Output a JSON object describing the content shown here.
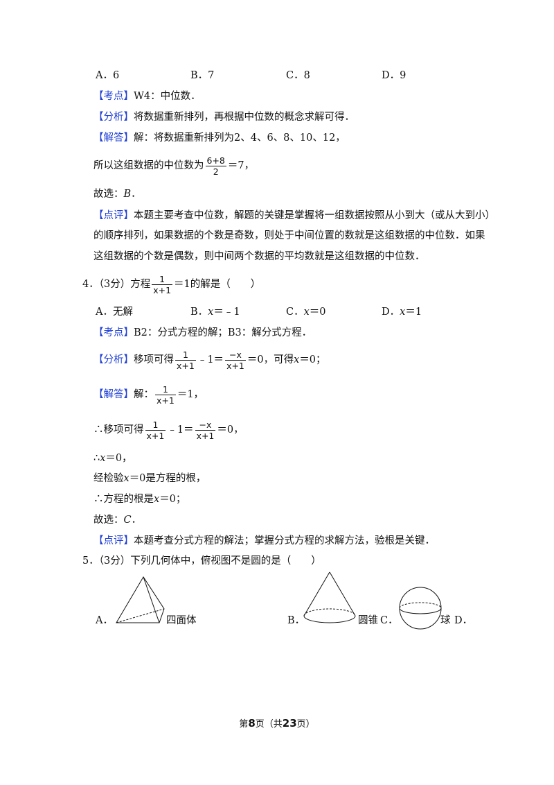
{
  "q3": {
    "options": [
      "A．6",
      "B．7",
      "C．8",
      "D．9"
    ],
    "kaodian_tag": "【考点】",
    "kaodian": "W4：中位数．",
    "fenxi_tag": "【分析】",
    "fenxi": "将数据重新排列，再根据中位数的概念求解可得．",
    "jieda_tag": "【解答】",
    "jieda": "解：将数据重新排列为2、4、6、8、10、12，",
    "line2_pre": "所以这组数据的中位数为",
    "frac_num": "6+8",
    "frac_den": "2",
    "line2_post": "＝7，",
    "answer_pre": "故选：",
    "answer": "B",
    "answer_post": "．",
    "dianping_tag": "【点评】",
    "dianping1": "本题主要考查中位数，解题的关键是掌握将一组数据按照从小到大（或从大到小）",
    "dianping2": "的顺序排列，如果数据的个数是奇数，则处于中间位置的数就是这组数据的中位数．如果",
    "dianping3": "这组数据的个数是偶数，则中间两个数据的平均数就是这组数据的中位数．"
  },
  "q4": {
    "num": "4．",
    "points": "（3分）方程",
    "frac_num": "1",
    "frac_den": "x+1",
    "stem_post": "＝1的解是（　　）",
    "optA": "A．无解",
    "optB_pre": "B．",
    "optB_var": "x",
    "optB_post": "＝﹣1",
    "optC_pre": "C．",
    "optC_var": "x",
    "optC_post": "＝0",
    "optD_pre": "D．",
    "optD_var": "x",
    "optD_post": "＝1",
    "kaodian_tag": "【考点】",
    "kaodian": "B2：分式方程的解；B3：解分式方程．",
    "fenxi_tag": "【分析】",
    "fenxi_pre": "移项可得",
    "f1_num": "1",
    "f1_den": "x+1",
    "minus1": "﹣1＝",
    "f2_num": "−x",
    "f2_den": "x+1",
    "fenxi_post": "＝0，可得",
    "fenxi_var": "x",
    "fenxi_end": "＝0；",
    "jieda_tag": "【解答】",
    "jieda_pre": "解：",
    "j_num": "1",
    "j_den": "x+1",
    "jieda_post": "＝1，",
    "s1_pre": "∴移项可得",
    "s1_num": "1",
    "s1_den": "x+1",
    "s1_mid": "﹣1＝",
    "s1_num2": "−x",
    "s1_den2": "x+1",
    "s1_post": "＝0，",
    "s2_pre": "∴",
    "s2_var": "x",
    "s2_post": "＝0，",
    "s3_pre": "经检验",
    "s3_var": "x",
    "s3_post": "＝0是方程的根，",
    "s4_pre": "∴方程的根是",
    "s4_var": "x",
    "s4_post": "＝0；",
    "answer_pre": "故选：",
    "answer": "C",
    "answer_post": "．",
    "dianping_tag": "【点评】",
    "dianping": "本题考查分式方程的解法；掌握分式方程的求解方法，验根是关键．"
  },
  "q5": {
    "num": "5．",
    "stem": "（3分）下列几何体中，俯视图不是圆的是（　　）",
    "optA": "A．",
    "labelA": "四面体",
    "optB": "B．",
    "labelB": "圆锥",
    "optC": "C．",
    "labelC": "球",
    "optD": "D．"
  },
  "footer": {
    "pre": "第",
    "page": "8",
    "mid": "页（共",
    "total": "23",
    "post": "页）"
  }
}
